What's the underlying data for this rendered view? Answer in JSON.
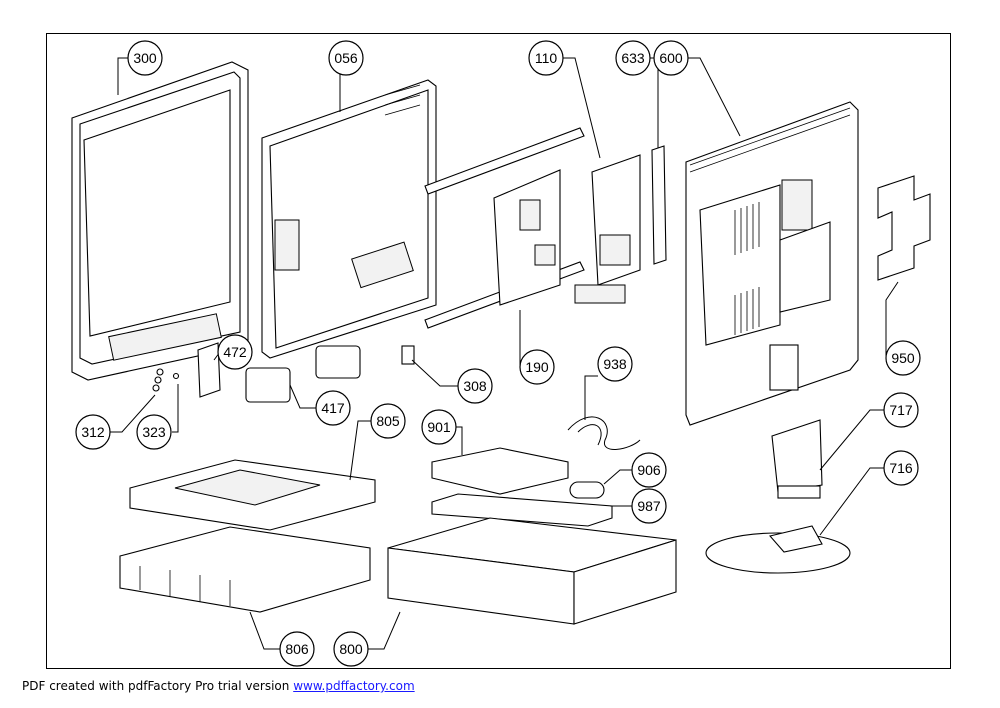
{
  "diagram": {
    "callouts": [
      {
        "id": "c300",
        "label": "300"
      },
      {
        "id": "c056",
        "label": "056"
      },
      {
        "id": "c110",
        "label": "110"
      },
      {
        "id": "c633",
        "label": "633"
      },
      {
        "id": "c600",
        "label": "600"
      },
      {
        "id": "c950",
        "label": "950"
      },
      {
        "id": "c472",
        "label": "472"
      },
      {
        "id": "c308",
        "label": "308"
      },
      {
        "id": "c190",
        "label": "190"
      },
      {
        "id": "c938",
        "label": "938"
      },
      {
        "id": "c312",
        "label": "312"
      },
      {
        "id": "c323",
        "label": "323"
      },
      {
        "id": "c417",
        "label": "417"
      },
      {
        "id": "c805",
        "label": "805"
      },
      {
        "id": "c901",
        "label": "901"
      },
      {
        "id": "c906",
        "label": "906"
      },
      {
        "id": "c987",
        "label": "987"
      },
      {
        "id": "c717",
        "label": "717"
      },
      {
        "id": "c716",
        "label": "716"
      },
      {
        "id": "c806",
        "label": "806"
      },
      {
        "id": "c800",
        "label": "800"
      }
    ]
  },
  "footer": {
    "text": "PDF created with pdfFactory Pro trial version ",
    "link_text": "www.pdffactory.com"
  }
}
